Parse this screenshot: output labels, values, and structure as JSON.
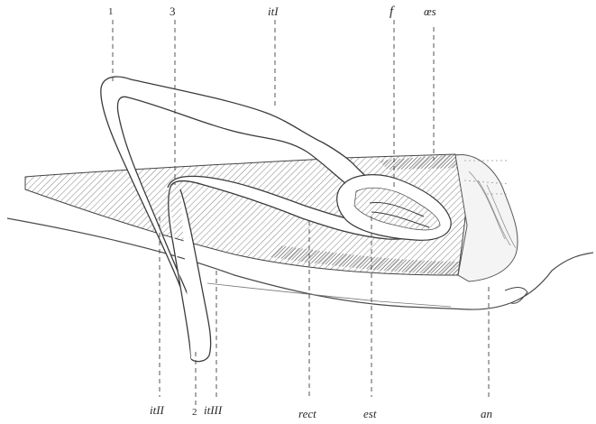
{
  "labels": {
    "top": {
      "l1": "1",
      "l3": "3",
      "it1": "itI",
      "f": "f",
      "oes": "œs"
    },
    "bottom": {
      "it2": "itII",
      "l2": "2",
      "it3": "itIII",
      "rect": "rect",
      "est": "est",
      "an": "an"
    }
  }
}
